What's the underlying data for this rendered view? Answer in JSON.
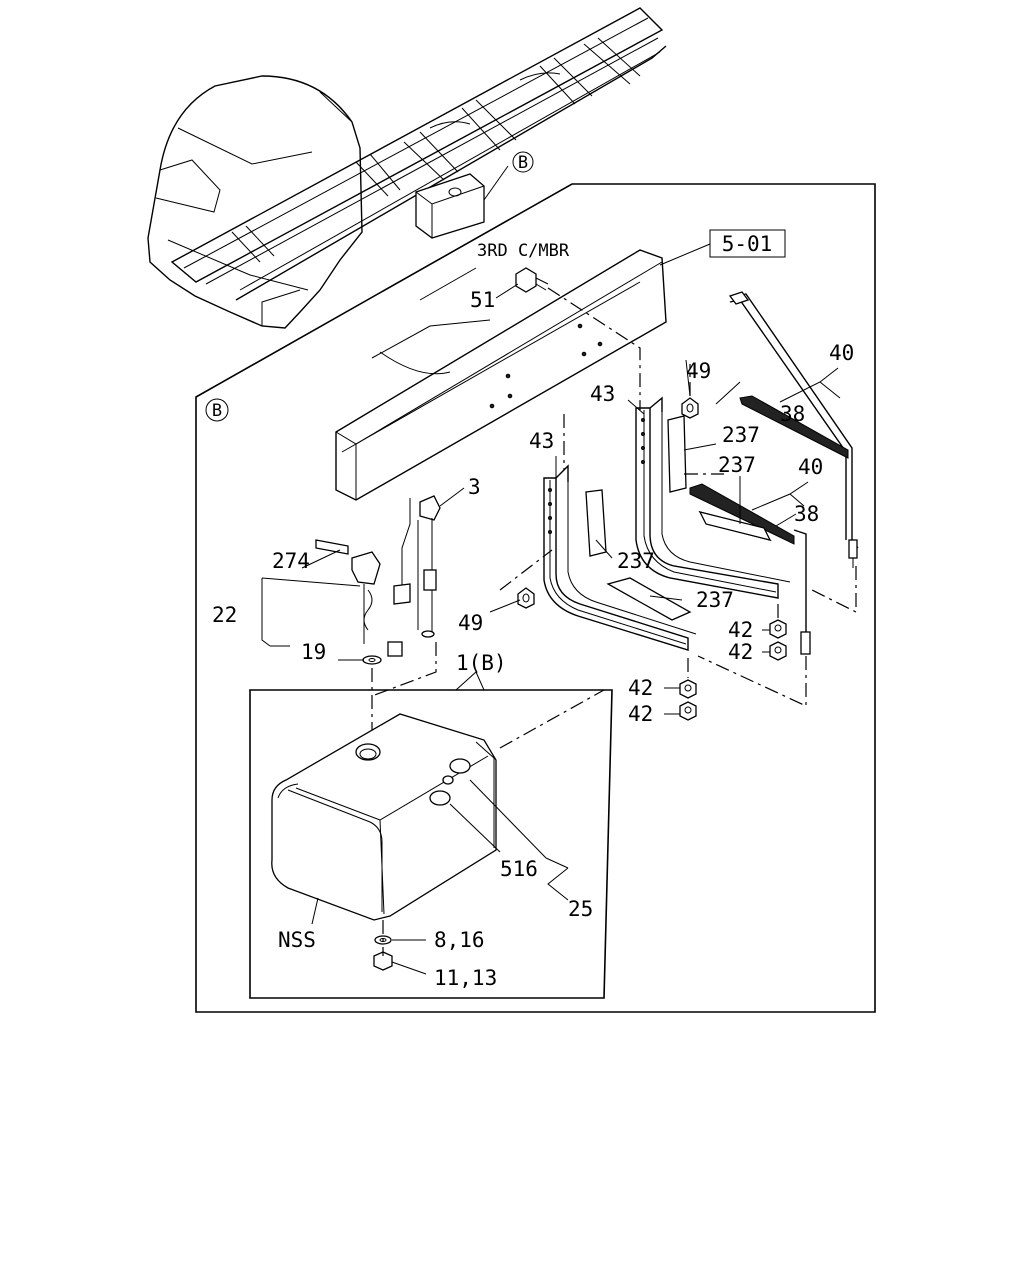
{
  "diagram": {
    "callouts": {
      "view_ref_top": "B",
      "view_ref_frame": "B",
      "section_ref": "5-01",
      "crossmember": "3RD C/MBR"
    },
    "parts": {
      "p51": "51",
      "p49_top": "49",
      "p40_top": "40",
      "p38_top": "38",
      "p43_right": "43",
      "p237_a": "237",
      "p237_b": "237",
      "p40_mid": "40",
      "p38_mid": "38",
      "p43_left": "43",
      "p3": "3",
      "p274": "274",
      "p237_c": "237",
      "p237_d": "237",
      "p22": "22",
      "p49_left": "49",
      "p42_a": "42",
      "p42_b": "42",
      "p19": "19",
      "p1b": "1(B)",
      "p42_c": "42",
      "p42_d": "42",
      "p516": "516",
      "p25": "25",
      "nss": "NSS",
      "p816": "8,16",
      "p1113": "11,13"
    }
  }
}
